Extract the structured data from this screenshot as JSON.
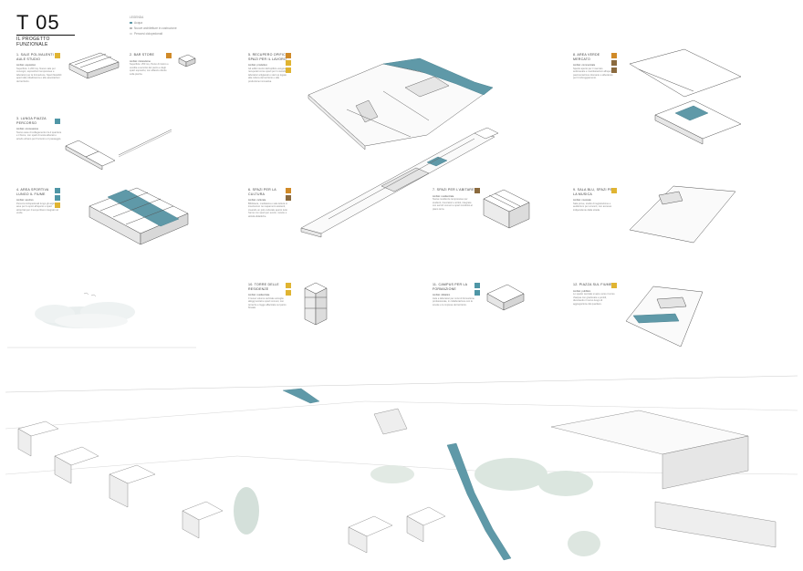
{
  "header": {
    "code": "T   05",
    "subtitle": "IL PROGETTO FUNZIONALE"
  },
  "legend": {
    "heading": "LEGENDA",
    "items": [
      "Acqua",
      "Nuove architetture in costruzione",
      "Percorsi ciclopedonali"
    ]
  },
  "colors": {
    "water": "#5f99a8",
    "yellow_icon": "#e0b432",
    "teal_icon": "#4f96a6",
    "brown_icon": "#8b6a3e",
    "orange_icon": "#d08a28"
  },
  "sections": [
    {
      "id": "s1",
      "title": "1. SALE POLIVALENTI E AULE STUDIO",
      "text_label": "Ambito: espositivo",
      "text": "Superficie: 1.200 mq. Nuove sale per convegni, esposizioni temporanee e laboratori per la formazione. Spazi flessibili aperti alla cittadinanza e alle associazioni del territorio."
    },
    {
      "id": "s2",
      "title": "2. BAR STORE",
      "text_label": "Ambito: ristorazione",
      "text": "Superficie: 250 mq. Punto di ristoro e vendita a servizio del parco e degli spazi espositivi, con affaccio diretto sulla piazza."
    },
    {
      "id": "s3",
      "title": "3. LUNGA PIAZZA PERCORSO",
      "text_label": "Ambito: connessione",
      "text": "Nuovo asse di collegamento tra il quartiere e il fiume, con spazi di sosta alberati e arredo urbano per l'incontro e il passeggio."
    },
    {
      "id": "s4",
      "title": "4. AREA SPORTIVA LUNGO IL FIUME",
      "text_label": "Ambito: sportivo",
      "text": "Percorsi ciclopedonali lungo gli argini, aree per lo sport all'aperto e spazi attrezzati per il tempo libero integrati nel verde."
    },
    {
      "id": "s5",
      "title": "5. RECUPERO OPIFICIO SPAZI PER IL LAVORO",
      "text_label": "Ambito: produttivo",
      "text": "Gli edifici storici dell'opificio vengono recuperati come spazi per il coworking, laboratori artigianali e start up legate alla cultura del territorio e alla produzione innovativa."
    },
    {
      "id": "s6",
      "title": "6. SPAZI PER LA CULTURA",
      "text_label": "Ambito: culturale",
      "text": "Biblioteca, mediateca e sale lettura si inseriscono nei capannoni esistenti, creando un polo culturale aperto tutto l'anno con spazi per eventi, mostre e attività didattiche."
    },
    {
      "id": "s7",
      "title": "7. SPAZI PER L'ABITARE",
      "text_label": "Ambito: residenziale",
      "text": "Nuove residenze temporanee per studenti, ricercatori e artisti, integrate con servizi comuni e spazi condivisi al piano terra."
    },
    {
      "id": "s8",
      "title": "8. AREA VERDE MERCATO",
      "text_label": "Ambito: commerciale",
      "text": "Spazio aperto per il mercato settimanale e manifestazioni all'aperto, pavimentazione drenante e alberature per l'ombreggiamento."
    },
    {
      "id": "s9",
      "title": "9. SALA BLU, SPAZI PER LA MUSICA",
      "text_label": "Ambito: musicale",
      "text": "Sala prove, studio di registrazione e auditorium per concerti, con accesso indipendente dalla strada."
    },
    {
      "id": "s10",
      "title": "10. TORRE DELLE RESIDENZE",
      "text_label": "Ambito: residenziale",
      "text": "Il nuovo volume verticale accoglie alloggi sociali e spazi comuni, con terrazze e logge affacciate sul parco fluviale."
    },
    {
      "id": "s11",
      "title": "11. CAMPUS PER LA FORMAZIONE",
      "text_label": "Ambito: didattico",
      "text": "Aule e laboratori per corsi di formazione professionale, in collaborazione con le scuole e le imprese del territorio."
    },
    {
      "id": "s12",
      "title": "12. PIAZZA SUL FIUME",
      "text_label": "Ambito: pubblico",
      "text": "Lo spazio centrale si apre verso il corso d'acqua con gradonate e pontili, diventando il nuovo luogo di aggregazione del quartiere."
    }
  ]
}
